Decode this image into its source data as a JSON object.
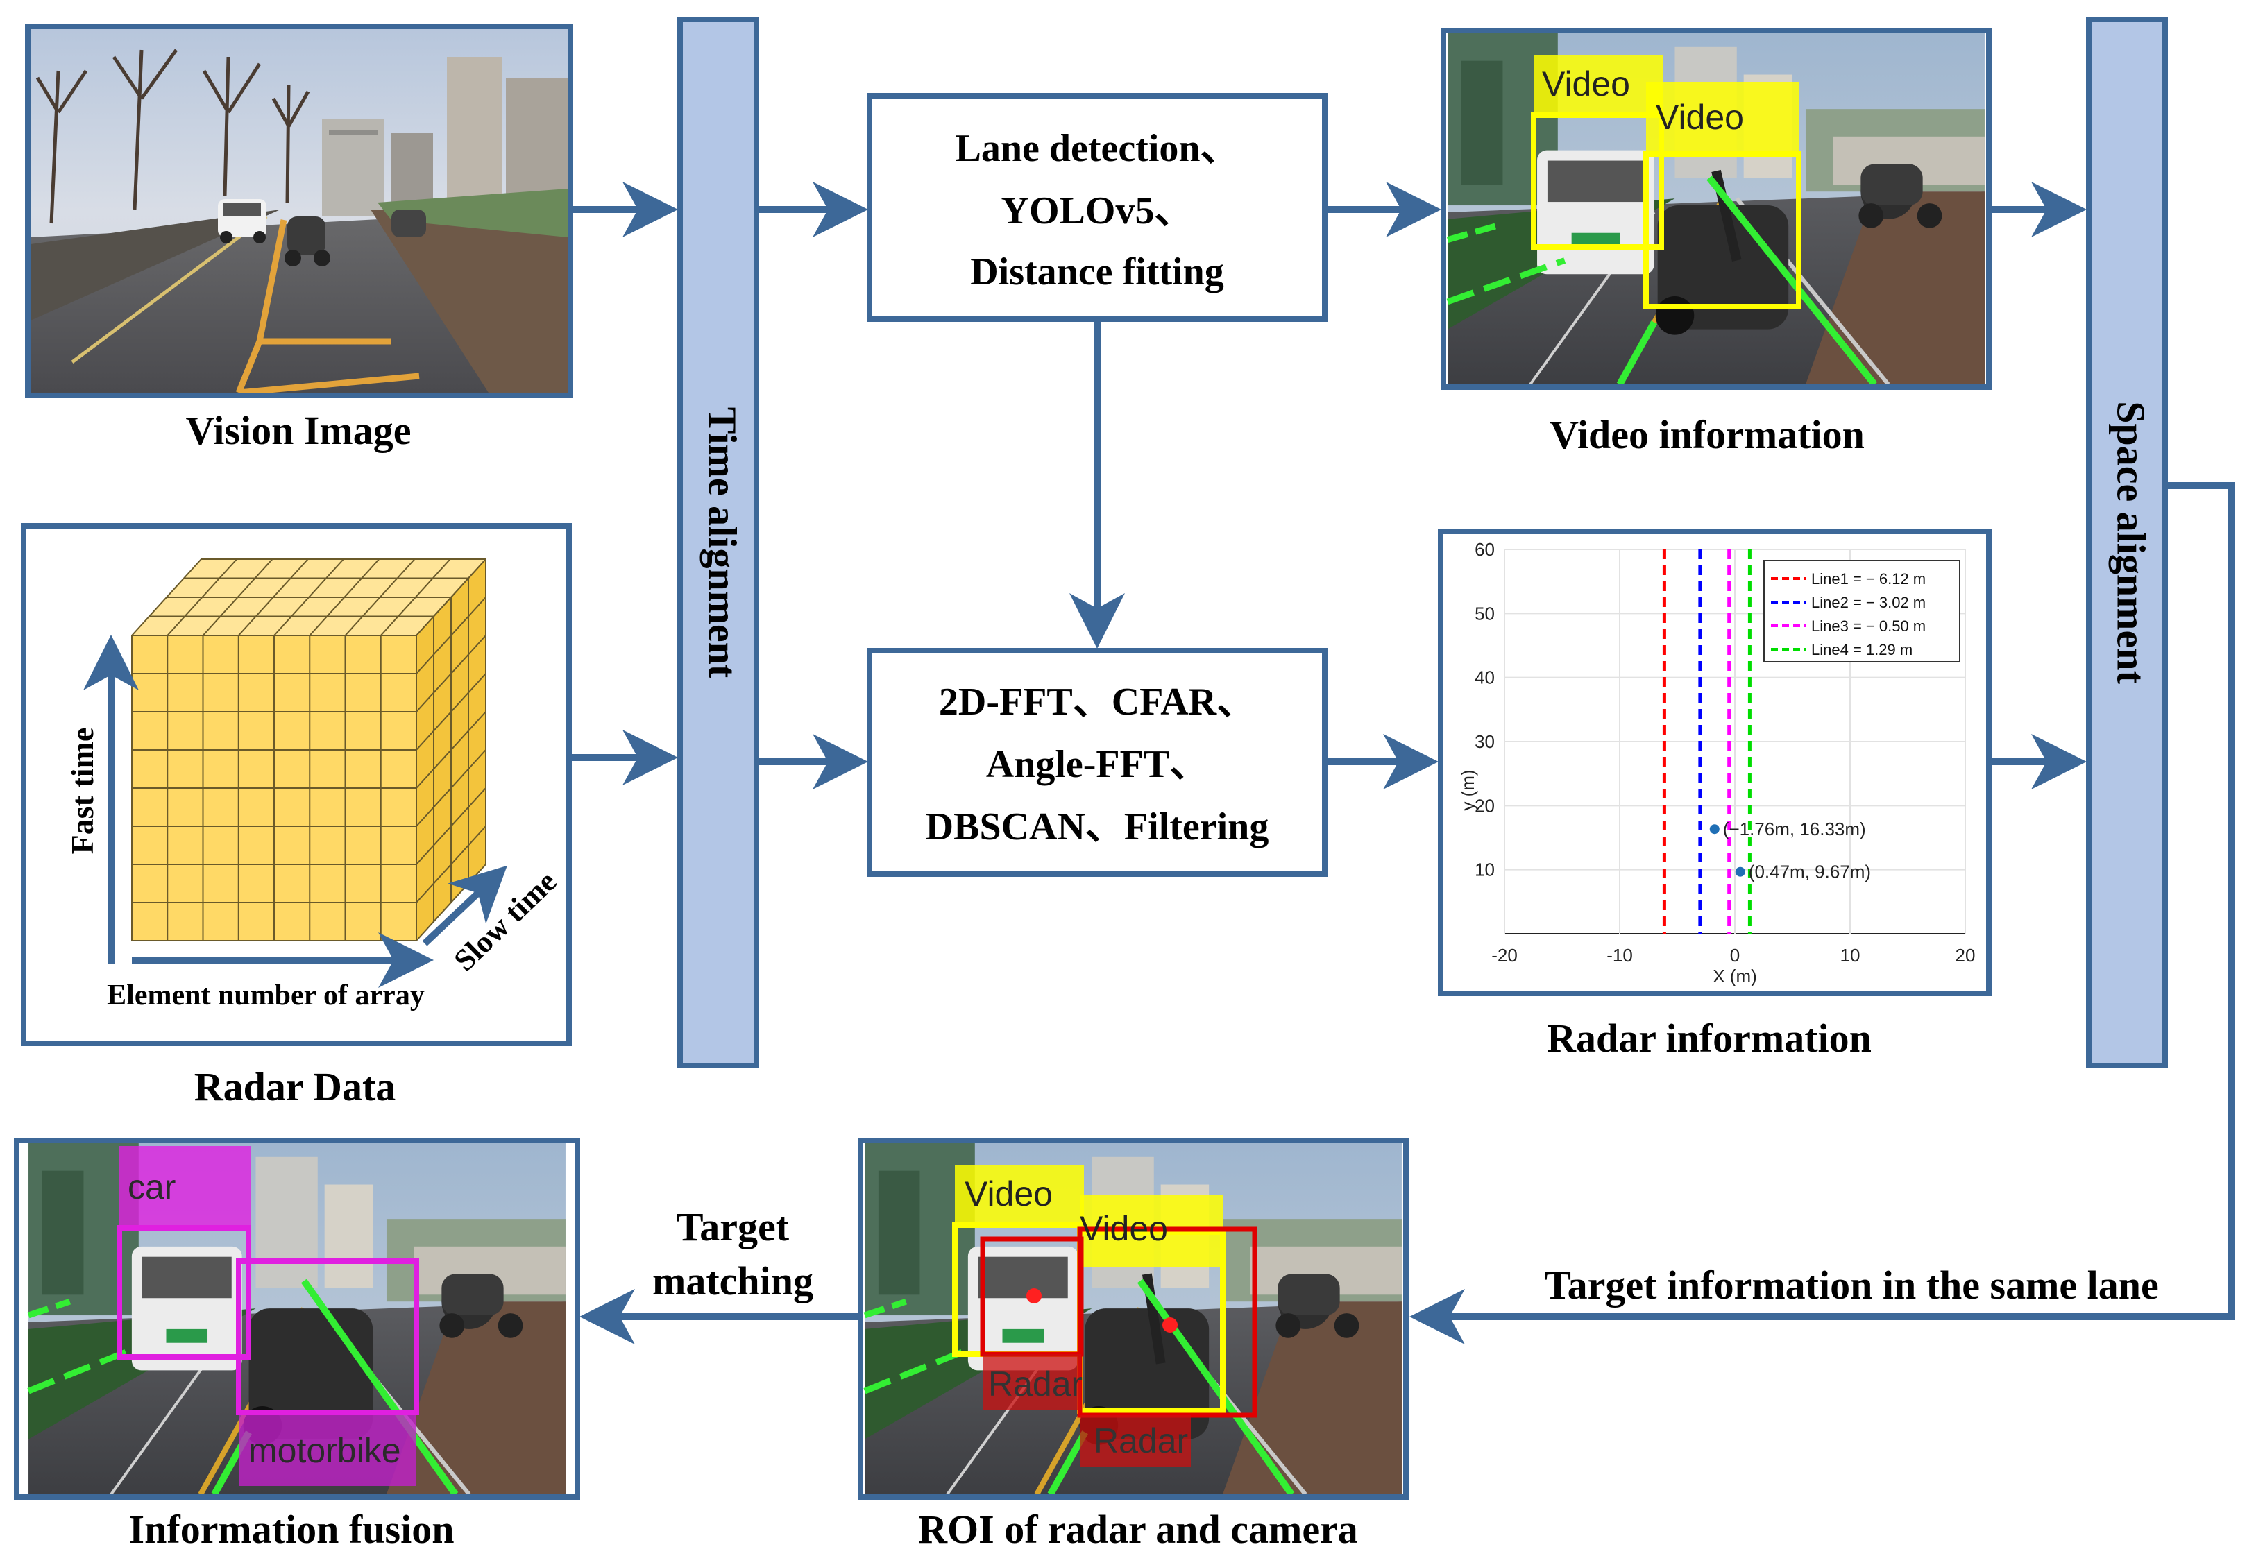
{
  "colors": {
    "frame_blue": "#3d6898",
    "bar_fill": "#b3c6e6",
    "arrow": "#3d6898",
    "video_box": "#ffff00",
    "radar_box": "#e00000",
    "fusion_box": "#e020e0",
    "lane_green": "#33ee33",
    "cube_yellow": "#ffd966"
  },
  "bars": {
    "time": "Time alignment",
    "space": "Space alignment"
  },
  "captions": {
    "vision": "Vision Image",
    "radar_data": "Radar Data",
    "video_info": "Video information",
    "radar_info": "Radar information",
    "fusion": "Information fusion",
    "roi": "ROI of radar and camera"
  },
  "process_top": [
    "Lane detection、",
    "YOLOv5、",
    "Distance fitting"
  ],
  "process_bottom": [
    "2D-FFT、CFAR、",
    "Angle-FFT、",
    "DBSCAN、Filtering"
  ],
  "cube": {
    "fast_time": "Fast time",
    "slow_time": "Slow time",
    "element": "Element number of array"
  },
  "video_labels": {
    "a": "Video",
    "b": "Video"
  },
  "roi_labels": {
    "video_a": "Video",
    "video_b": "Video",
    "radar_a": "Radar",
    "radar_b": "Radar"
  },
  "fusion_labels": {
    "car": "car",
    "motorbike": "motorbike"
  },
  "arrows": {
    "target_matching_1": "Target",
    "target_matching_2": "matching",
    "same_lane": "Target information in the same lane"
  },
  "chart_data": {
    "type": "scatter",
    "xlabel": "X (m)",
    "ylabel": "y (m)",
    "xlim": [
      -20,
      20
    ],
    "ylim": [
      0,
      60
    ],
    "xticks": [
      -20,
      -10,
      0,
      10,
      20
    ],
    "yticks": [
      10,
      20,
      30,
      40,
      50,
      60
    ],
    "grid": true,
    "legend_position": "top-right",
    "lines": [
      {
        "name": "Line1 = − 6.12 m",
        "x": -6.12,
        "color": "#ff0000"
      },
      {
        "name": "Line2 = − 3.02 m",
        "x": -3.02,
        "color": "#0000ff"
      },
      {
        "name": "Line3 = − 0.50 m",
        "x": -0.5,
        "color": "#ff00ff"
      },
      {
        "name": "Line4 = 1.29 m",
        "x": 1.29,
        "color": "#00dd00"
      }
    ],
    "points": [
      {
        "x": -1.76,
        "y": 16.33,
        "label": "(−1.76m, 16.33m)"
      },
      {
        "x": 0.47,
        "y": 9.67,
        "label": "(0.47m, 9.67m)"
      }
    ]
  }
}
